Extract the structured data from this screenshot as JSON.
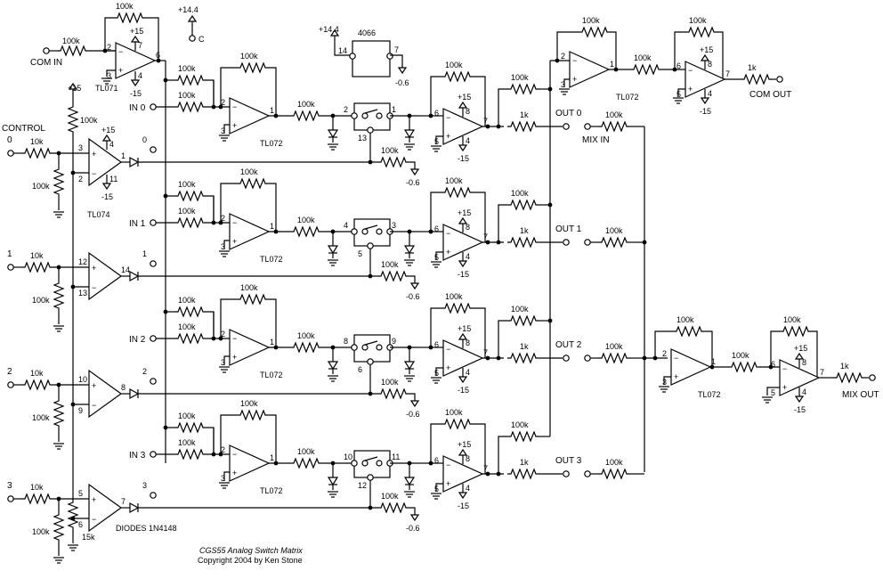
{
  "title_line1": "CGS55 Analog Switch Matrix",
  "title_line2": "Copyright 2004 by Ken Stone",
  "label_control": "CONTROL",
  "label_com_in": "COM IN",
  "label_com_out": "COM OUT",
  "label_mix_in": "MIX IN",
  "label_mix_out": "MIX OUT",
  "label_diodes": "DIODES 1N4148",
  "label_4066": "4066",
  "label_plus144": "+14.4",
  "label_minus06": "-0.6",
  "label_c": "C",
  "label_plus15": "+15",
  "label_minus15": "-15",
  "r_100k": "100k",
  "r_10k": "10k",
  "r_1k": "1k",
  "r_15k": "15k",
  "ic_tl071": "TL071",
  "ic_tl072": "TL072",
  "ic_tl074": "TL074",
  "pin_plus": "+",
  "pin_minus": "−",
  "channels": [
    {
      "ctl": "0",
      "in": "IN 0",
      "out": "OUT 0",
      "sw_in": "2",
      "sw_out": "1",
      "sw_ctl": "13",
      "cmp_p": "3",
      "cmp_n": "2",
      "cmp_o": "1",
      "cmp_v4": "4",
      "cmp_v11": "11"
    },
    {
      "ctl": "1",
      "in": "IN 1",
      "out": "OUT 1",
      "sw_in": "4",
      "sw_out": "3",
      "sw_ctl": "5",
      "cmp_p": "12",
      "cmp_n": "13",
      "cmp_o": "14"
    },
    {
      "ctl": "2",
      "in": "IN 2",
      "out": "OUT 2",
      "sw_in": "8",
      "sw_out": "9",
      "sw_ctl": "6",
      "cmp_p": "10",
      "cmp_n": "9",
      "cmp_o": "8"
    },
    {
      "ctl": "3",
      "in": "IN 3",
      "out": "OUT 3",
      "sw_in": "10",
      "sw_out": "11",
      "sw_ctl": "12",
      "cmp_p": "5",
      "cmp_n": "6",
      "cmp_o": "7"
    }
  ],
  "pins": {
    "tl071": {
      "n": "2",
      "p": "3",
      "o": "6",
      "v7": "7",
      "v4": "4"
    },
    "stage1": {
      "n": "2",
      "p": "3",
      "o": "1"
    },
    "stage2": {
      "n": "6",
      "p": "5",
      "o": "7",
      "v8": "8",
      "v4": "4"
    },
    "com1": {
      "n": "2",
      "p": "3",
      "o": "1"
    },
    "com2": {
      "n": "6",
      "p": "5",
      "o": "7",
      "v8": "8",
      "v4": "4"
    },
    "mix1": {
      "n": "2",
      "p": "3",
      "o": "1"
    },
    "mix2": {
      "n": "6",
      "p": "5",
      "o": "7",
      "v8": "8",
      "v4": "4"
    },
    "ic4066": {
      "vdd": "14",
      "vss": "7"
    }
  }
}
